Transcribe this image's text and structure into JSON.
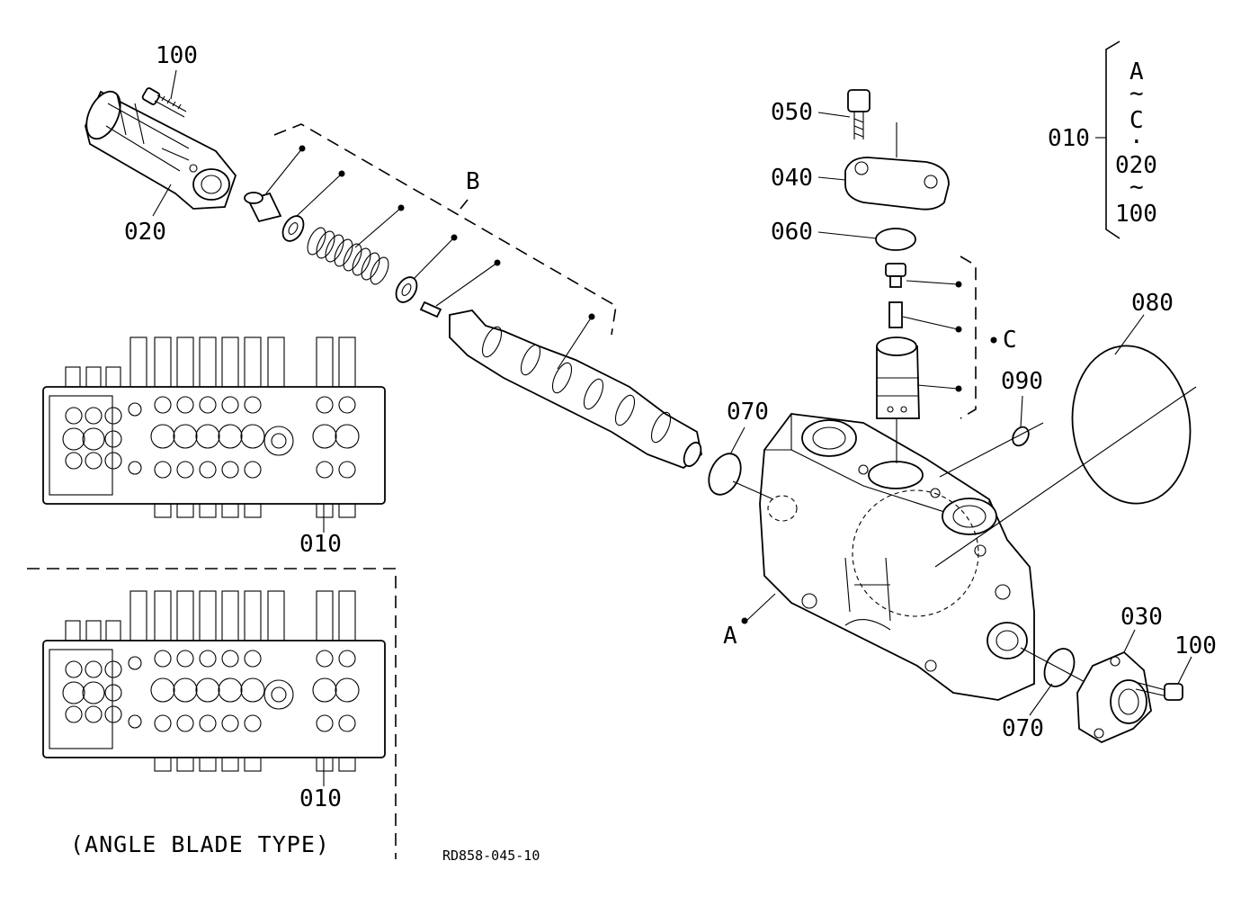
{
  "diagram": {
    "part_labels": {
      "p100_top": "100",
      "p020": "020",
      "pB": "B",
      "p050": "050",
      "p040": "040",
      "p060": "060",
      "pC": "C",
      "p080": "080",
      "p090": "090",
      "p070_upper": "070",
      "p070_lower": "070",
      "pA": "A",
      "p030": "030",
      "p100_right": "100",
      "p010_upper": "010",
      "p010_lower": "010"
    },
    "legend": {
      "label": "010",
      "from": "A",
      "tilde1": "~",
      "to": "C",
      "sep": "·",
      "from2": "020",
      "tilde2": "~",
      "to2": "100"
    },
    "caption": "(ANGLE BLADE TYPE)",
    "drawing_code": "RD858-045-10"
  }
}
